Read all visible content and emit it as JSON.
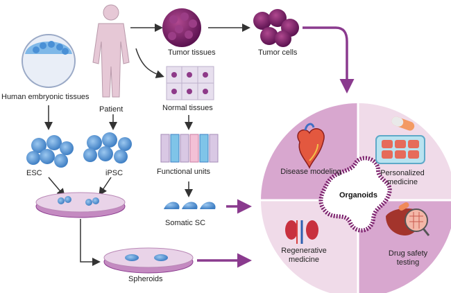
{
  "labels": {
    "human_embryonic": "Human embryonic tissues",
    "patient": "Patient",
    "tumor_tissues": "Tumor tissues",
    "tumor_cells": "Tumor cells",
    "normal_tissues": "Normal tissues",
    "functional_units": "Functional units",
    "somatic_sc": "Somatic SC",
    "esc": "ESC",
    "ipsc": "iPSC",
    "spheroids": "Spheroids"
  },
  "circle": {
    "center": "Organoids",
    "disease_modeling": "Disease modeling",
    "personalized_medicine": "Personalized medicine",
    "regenerative_medicine": "Regenerative medicine",
    "drug_safety_testing": "Drug safety testing"
  },
  "colors": {
    "arrow_purple": "#8a3a8e",
    "quadrant_dark": "#d8a7cf",
    "quadrant_light": "#f0dbe9",
    "cell_blue": "#4a90d6",
    "tumor_purple": "#7a1f6b"
  }
}
